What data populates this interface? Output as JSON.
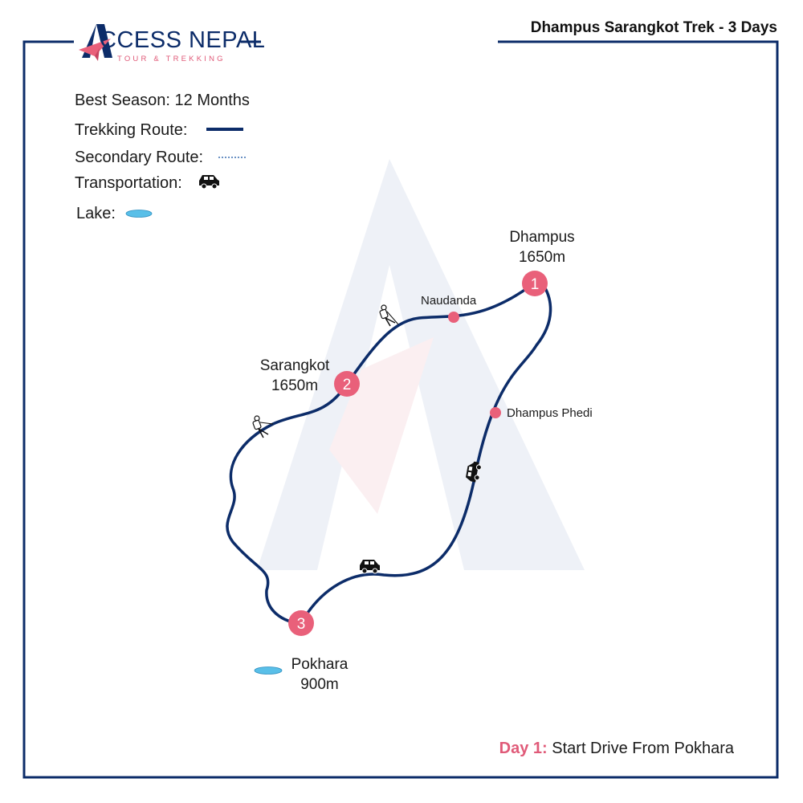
{
  "header": {
    "brand_name": "CCESS NEPAL",
    "brand_tagline": "TOUR & TREKKING",
    "trek_title": "Dhampus Sarangkot Trek - 3 Days"
  },
  "legend": {
    "best_season": "Best Season: 12 Months",
    "trekking_route": "Trekking Route:",
    "secondary_route": "Secondary Route:",
    "transportation": "Transportation:",
    "lake": "Lake:"
  },
  "stops": [
    {
      "number": "1",
      "name": "Dhampus",
      "altitude": "1650m"
    },
    {
      "number": "2",
      "name": "Sarangkot",
      "altitude": "1650m"
    },
    {
      "number": "3",
      "name": "Pokhara",
      "altitude": "900m"
    }
  ],
  "waypoints": [
    {
      "name": "Naudanda"
    },
    {
      "name": "Dhampus Phedi"
    }
  ],
  "day_info": {
    "label": "Day 1:",
    "text": "Start Drive From Pokhara"
  },
  "colors": {
    "route": "#0c2c69",
    "marker": "#e9607a",
    "lake": "#59bfe8",
    "frame": "#0c2c69",
    "watermark": "#eef1f7"
  },
  "icons": {
    "vehicle": "jeep-icon",
    "trekker": "hiker-icon",
    "lake": "lake-icon",
    "logo": "paper-plane-a-logo"
  }
}
